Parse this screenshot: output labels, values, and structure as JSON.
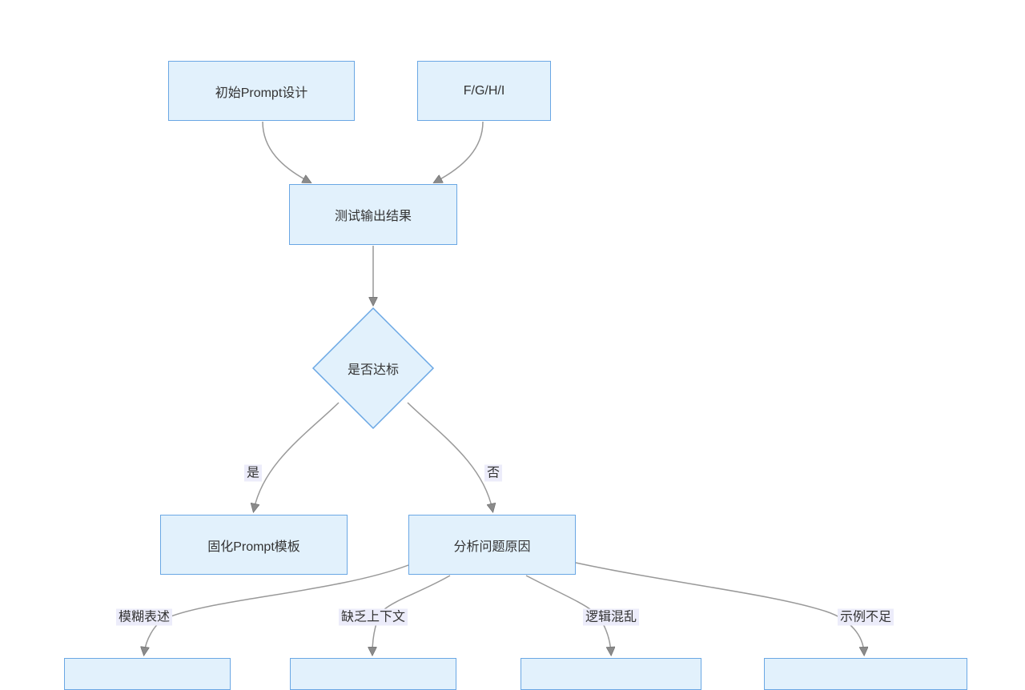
{
  "nodes": {
    "initial_prompt": {
      "label": "初始Prompt设计"
    },
    "fghi": {
      "label": "F/G/H/I"
    },
    "test_output": {
      "label": "测试输出结果"
    },
    "decision": {
      "label": "是否达标"
    },
    "solidify_template": {
      "label": "固化Prompt模板"
    },
    "analyze_cause": {
      "label": "分析问题原因"
    }
  },
  "edge_labels": {
    "yes": "是",
    "no": "否",
    "vague_wording": "模糊表述",
    "missing_context": "缺乏上下文",
    "confused_logic": "逻辑混乱",
    "insufficient_examples": "示例不足"
  },
  "colors": {
    "background": "#ffffff",
    "node_fill": "#e2f1fc",
    "node_border": "#6aa7e4",
    "edge": "#999999",
    "arrowhead": "#8b8b8b",
    "label_bg": "#ececfa",
    "text": "#333333"
  }
}
